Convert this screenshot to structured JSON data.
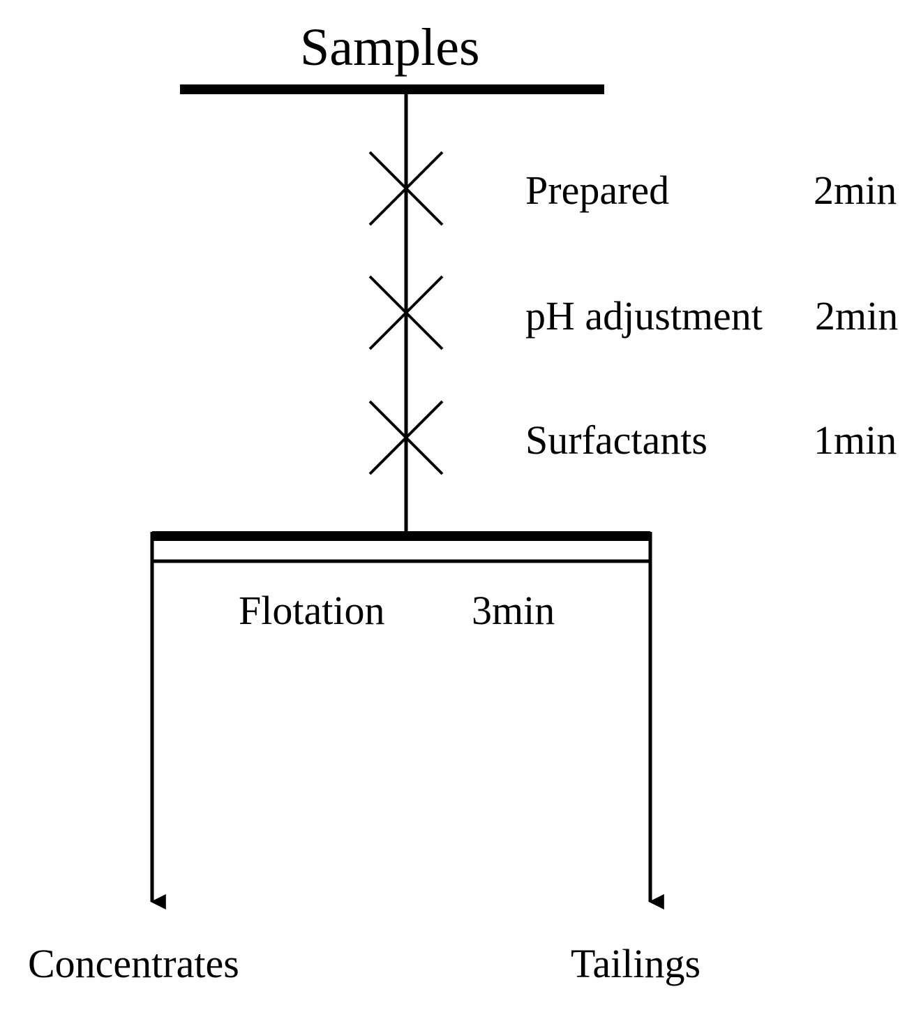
{
  "diagram": {
    "title": "Samples",
    "steps": [
      {
        "label": "Prepared",
        "time": "2min"
      },
      {
        "label": "pH adjustment",
        "time": "2min"
      },
      {
        "label": "Surfactants",
        "time": "1min"
      }
    ],
    "flotation": {
      "label": "Flotation",
      "time": "3min"
    },
    "outputs": [
      {
        "label": "Concentrates"
      },
      {
        "label": "Tailings"
      }
    ],
    "colors": {
      "line": "#000000",
      "background": "#ffffff"
    }
  }
}
